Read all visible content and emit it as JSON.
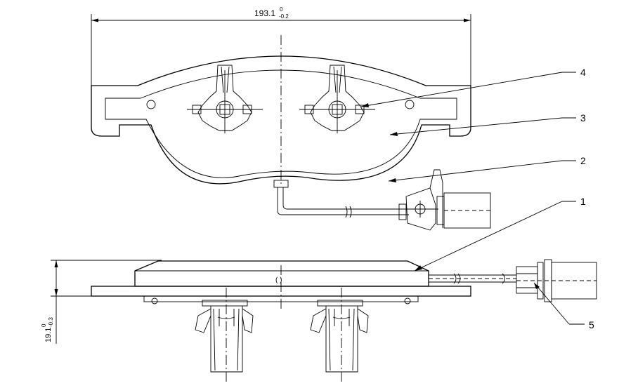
{
  "dimensions": {
    "width": {
      "main": "193.1",
      "upper": "0",
      "lower": "-0.2"
    },
    "thickness": {
      "main": "19.1",
      "upper": "0",
      "lower": "-0.3"
    }
  },
  "callouts": [
    "1",
    "2",
    "3",
    "4",
    "5"
  ],
  "center_mark": "( )"
}
